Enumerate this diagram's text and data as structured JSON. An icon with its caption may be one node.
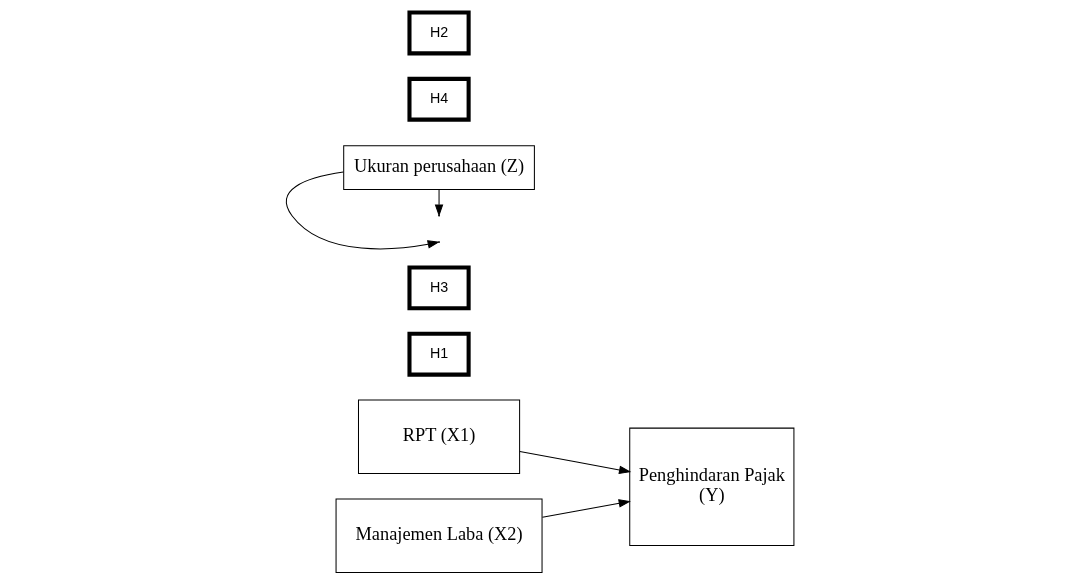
{
  "diagram": {
    "nodes": [
      {
        "text": [
          "RPT (X1)"
        ]
      },
      {
        "text": [
          "H1"
        ]
      },
      {
        "text": [
          "H3"
        ]
      },
      {
        "text": [
          "Penghindaran Pajak",
          "(Y)"
        ]
      },
      {
        "text": [
          "Ukuran perusahaan (Z)"
        ]
      },
      {
        "text": [
          "H4"
        ]
      },
      {
        "text": [
          "Manajemen Laba (X2)"
        ]
      },
      {
        "text": [
          "H2"
        ]
      }
    ],
    "edges": [
      {
        "from": 0,
        "to": 3,
        "arrow": "to"
      },
      {
        "from": 4,
        "to": null,
        "arrow": "to"
      },
      {
        "from": 4,
        "to": null,
        "arrow": "to"
      },
      {
        "from": 6,
        "to": 3,
        "arrow": "to"
      }
    ]
  }
}
